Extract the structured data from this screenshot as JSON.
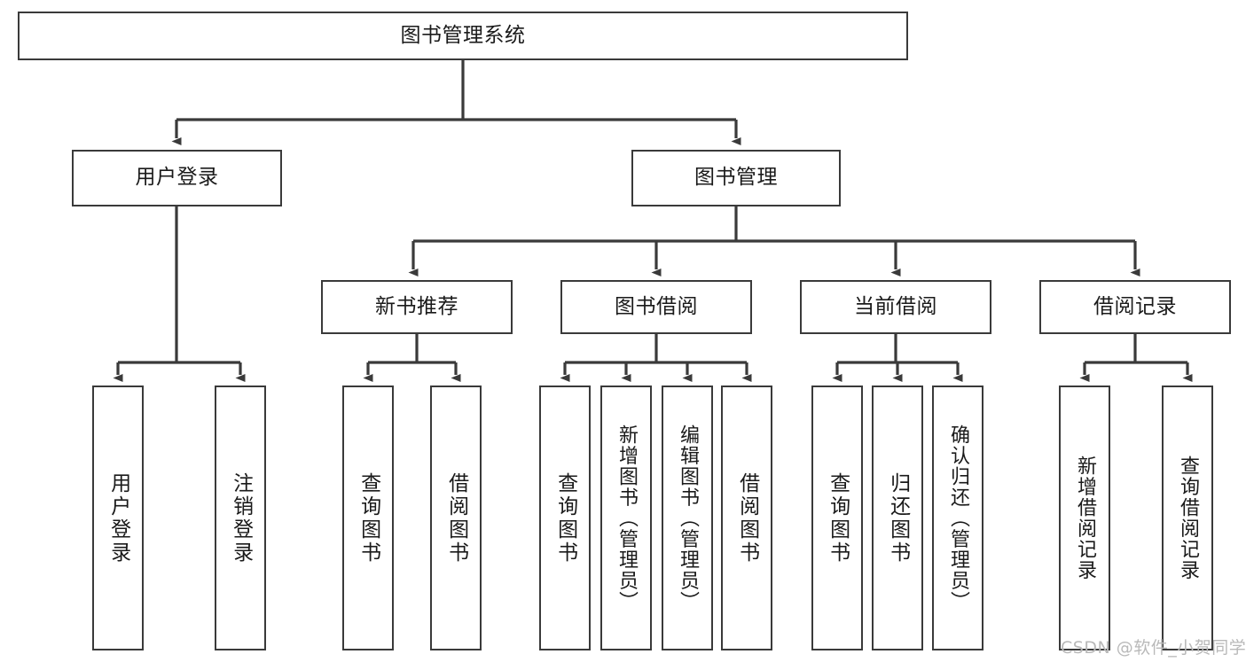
{
  "diagram": {
    "title": "图书管理系统",
    "type": "hierarchy-flowchart",
    "line_color": "#3a3a3a",
    "text_color": "#1a1a1a",
    "background": "#ffffff"
  },
  "nodes": {
    "root": {
      "label": "图书管理系统"
    },
    "level2": [
      {
        "id": "user-login",
        "label": "用户登录"
      },
      {
        "id": "book-management",
        "label": "图书管理"
      }
    ],
    "level3": [
      {
        "id": "new-book-recommend",
        "label": "新书推荐"
      },
      {
        "id": "book-borrow",
        "label": "图书借阅"
      },
      {
        "id": "current-borrow",
        "label": "当前借阅"
      },
      {
        "id": "borrow-record",
        "label": "借阅记录"
      }
    ],
    "leaves": {
      "user_login": [
        {
          "id": "leaf-user-login",
          "label": "用户登录"
        },
        {
          "id": "leaf-logout",
          "label": "注销登录"
        }
      ],
      "new_book_recommend": [
        {
          "id": "leaf-query-book-1",
          "label": "查询图书"
        },
        {
          "id": "leaf-borrow-book-1",
          "label": "借阅图书"
        }
      ],
      "book_borrow": [
        {
          "id": "leaf-query-book-2",
          "label": "查询图书"
        },
        {
          "id": "leaf-add-book",
          "label": "新增图书（管理员）"
        },
        {
          "id": "leaf-edit-book",
          "label": "编辑图书（管理员）"
        },
        {
          "id": "leaf-borrow-book-2",
          "label": "借阅图书"
        }
      ],
      "current_borrow": [
        {
          "id": "leaf-query-book-3",
          "label": "查询图书"
        },
        {
          "id": "leaf-return-book",
          "label": "归还图书"
        },
        {
          "id": "leaf-confirm-return",
          "label": "确认归还（管理员）"
        }
      ],
      "borrow_record": [
        {
          "id": "leaf-add-record",
          "label": "新增借阅记录"
        },
        {
          "id": "leaf-query-record",
          "label": "查询借阅记录"
        }
      ]
    }
  },
  "watermark": {
    "text": "CSDN @软件_小贺同学"
  }
}
